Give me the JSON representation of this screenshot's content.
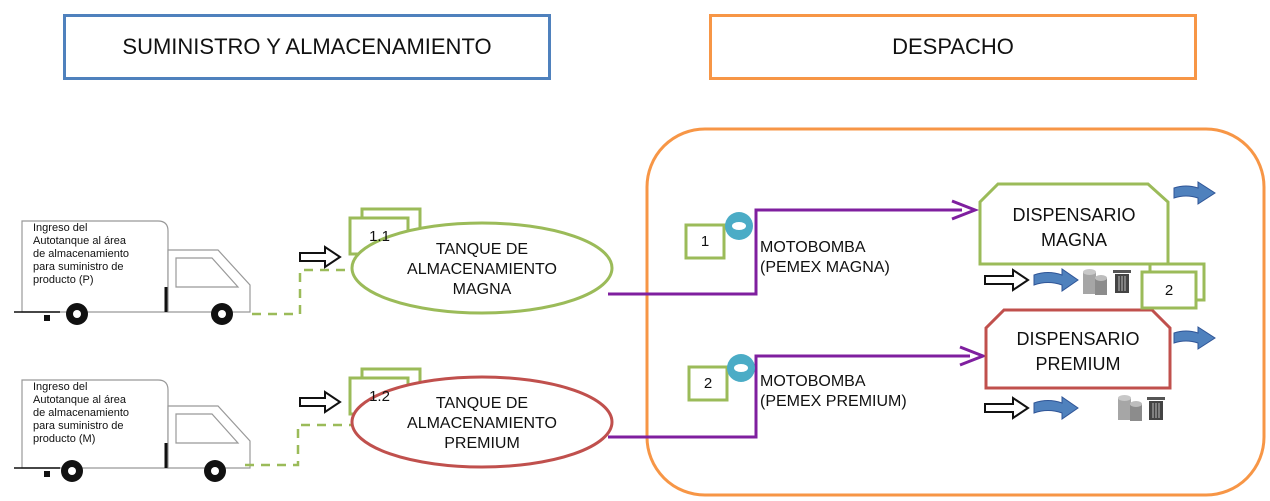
{
  "headers": {
    "left": "SUMINISTRO Y ALMACENAMIENTO",
    "right": "DESPACHO"
  },
  "trucks": [
    {
      "text": "Ingreso del\nAutotanque al área\nde almacenamiento\npara suministro de\nproducto (P)"
    },
    {
      "text": "Ingreso del\nAutotanque al área\nde almacenamiento\npara suministro de\nproducto (M)"
    }
  ],
  "steps": {
    "s11": "1.1",
    "s12": "1.2",
    "s1": "1",
    "s2": "2",
    "s2b": "2"
  },
  "tanks": [
    {
      "label": "TANQUE DE\nALMACENAMIENTO\nMAGNA",
      "color": "#9bbb59"
    },
    {
      "label": "TANQUE DE\nALMACENAMIENTO\nPREMIUM",
      "color": "#c0504d"
    }
  ],
  "pumps": [
    {
      "label": "MOTOBOMBA\n(PEMEX MAGNA)"
    },
    {
      "label": "MOTOBOMBA\n(PEMEX PREMIUM)"
    }
  ],
  "dispensers": [
    {
      "label": "DISPENSARIO\nMAGNA",
      "color": "#9bbb59"
    },
    {
      "label": "DISPENSARIO\nPREMIUM",
      "color": "#c0504d"
    }
  ],
  "colors": {
    "left_header_border": "#4f81bd",
    "right_header_border": "#f79646",
    "pipe": "#7f1f9f",
    "pump": "#4bacc6",
    "arrow_blue": "#4f81bd"
  },
  "icons": [
    "truck-icon",
    "outline-arrow-icon",
    "blue-arrow-icon",
    "cylinder-icon",
    "trash-icon",
    "pump-ring-icon"
  ]
}
